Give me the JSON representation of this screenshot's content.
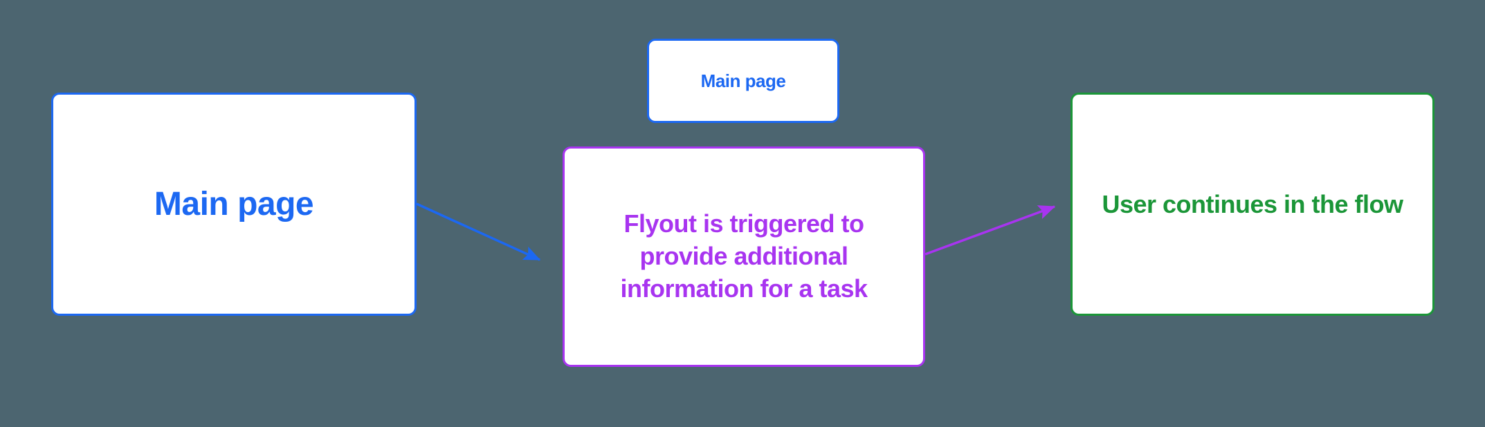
{
  "canvas": {
    "background": "#4C6570"
  },
  "colors": {
    "background": "#4C6570",
    "box_fill": "#FFFFFF",
    "blue": "#1C68F2",
    "purple": "#A834F0",
    "green": "#1B9638"
  },
  "nodes": {
    "main_large": {
      "label": "Main page",
      "color": "#1C68F2"
    },
    "main_small": {
      "label": "Main page",
      "color": "#1C68F2"
    },
    "flyout": {
      "label": "Flyout is triggered to\nprovide additional\ninformation for a task",
      "color": "#A834F0"
    },
    "continue_flow": {
      "label": "User continues in the flow",
      "color": "#1B9638"
    }
  },
  "edges": [
    {
      "from": "main_large",
      "to": "flyout",
      "color": "#1C68F2"
    },
    {
      "from": "flyout",
      "to": "continue_flow",
      "color": "#A834F0"
    }
  ]
}
